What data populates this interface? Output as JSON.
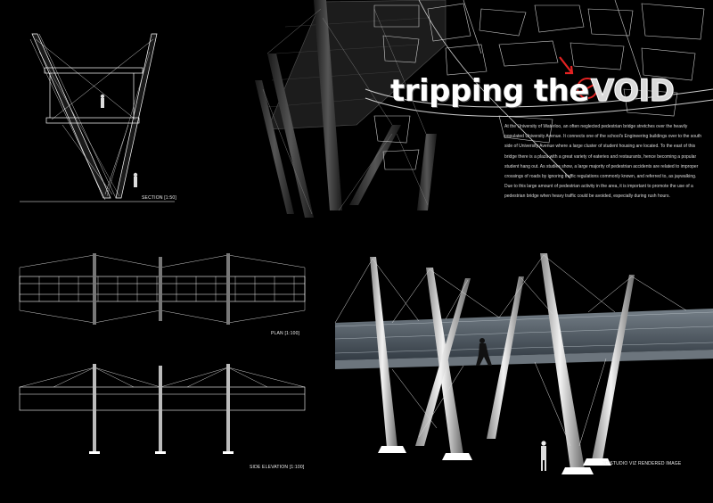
{
  "title": {
    "prefix": "tripping the",
    "suffix": "VOID"
  },
  "description": "At the University of Waterloo, an often neglected pedestrian bridge stretches over the heavily populated University Avenue. It connects one of the school's Engineering buildings over to the south side of University Avenue where a large cluster of student housing are located. To the east of this bridge there is a plaza with a great variety of eateries and restaurants, hence becoming a popular student hang out. As studies show, a large majority of pedestrian accidents are related to improper crossings of roads by ignoring traffic regulations commonly known, and referred to, as jaywalking. Due to this large amount of pedestrian activity in the area, it is important to promote the use of a pedestrian bridge when heavy traffic could be avoided, especially during rush hours.",
  "drawings": {
    "section": "SECTION    [1:50]",
    "plan": "PLAN   [1:100]",
    "elevation": "SIDE ELEVATION   [1:100]",
    "render": "3D STUDIO VIZ RENDERED IMAGE"
  },
  "colors": {
    "background": "#000000",
    "accent": "#e32222",
    "line": "#ffffff"
  }
}
